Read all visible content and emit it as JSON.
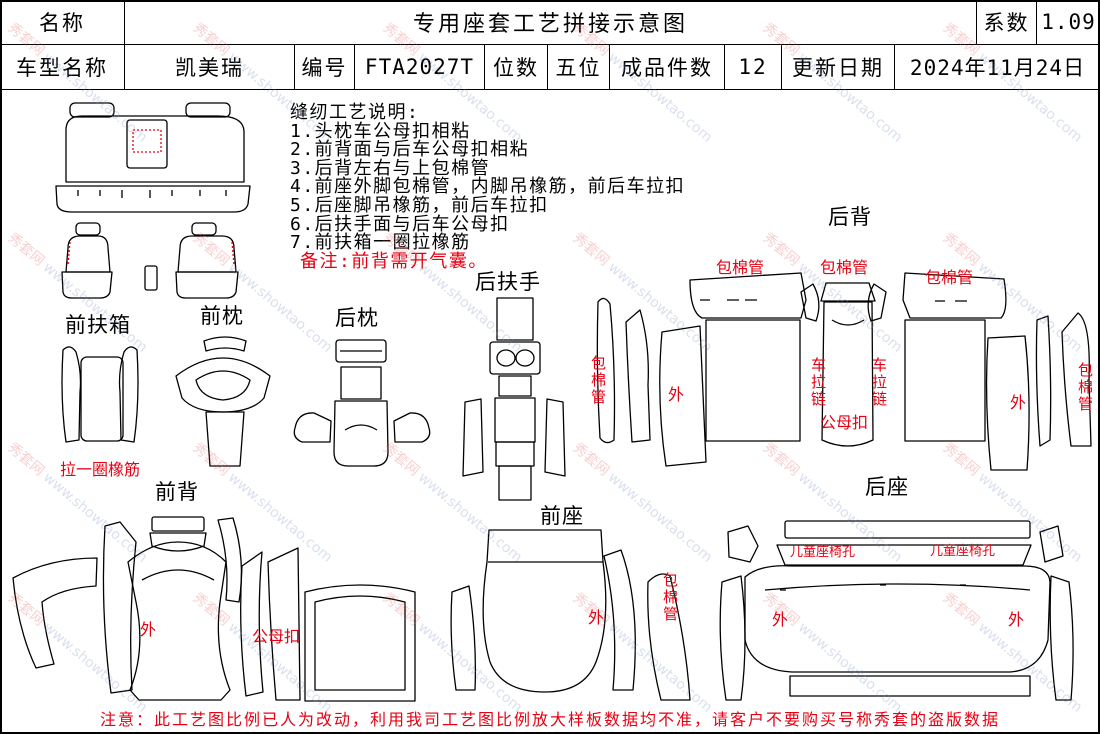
{
  "header": {
    "name_label": "名称",
    "title": "专用座套工艺拼接示意图",
    "coef_label": "系数",
    "coef_value": "1.09",
    "model_label": "车型名称",
    "model_value": "凯美瑞",
    "code_label": "编号",
    "code_value": "FTA2027T",
    "seats_label": "位数",
    "seats_value": "五位",
    "pieces_label": "成品件数",
    "pieces_value": "12",
    "date_label": "更新日期",
    "date_value": "2024年11月24日"
  },
  "notes": {
    "heading": "缝纫工艺说明:",
    "items": [
      "1.头枕车公母扣相粘",
      "2.前背面与后车公母扣相粘",
      "3.后背左右与上包棉管",
      "4.前座外脚包棉管，内脚吊橡筋，前后车拉扣",
      "5.后座脚吊橡筋，前后车拉扣",
      "6.后扶手面与后车公母扣",
      "7.前扶箱一圈拉橡筋"
    ],
    "remark": "备注:前背需开气囊。"
  },
  "sections": {
    "front_armrest_box": "前扶箱",
    "front_headrest": "前枕",
    "rear_headrest": "后枕",
    "rear_armrest": "后扶手",
    "rear_back": "后背",
    "front_back": "前背",
    "front_seat": "前座",
    "rear_seat": "后座"
  },
  "annotations": [
    "拉一圈橡筋",
    "包棉管",
    "包棉管",
    "包棉管",
    "包棉管",
    "外",
    "车拉链",
    "车拉链",
    "公母扣",
    "外",
    "包棉管",
    "外",
    "公母扣",
    "外",
    "包棉管",
    "儿童座椅孔",
    "儿童座椅孔",
    "外",
    "外"
  ],
  "footer": "注意：此工艺图比例已人为改动，利用我司工艺图比例放大样板数据均不准，请客户不要购买号称秀套的盗版数据",
  "watermark": {
    "brand": "秀套网",
    "url": "www.showtao.com"
  },
  "colors": {
    "line": "#000000",
    "annotation": "#e60012",
    "watermark_brand": "#e05a5a",
    "watermark_url": "#7a8fc0"
  }
}
